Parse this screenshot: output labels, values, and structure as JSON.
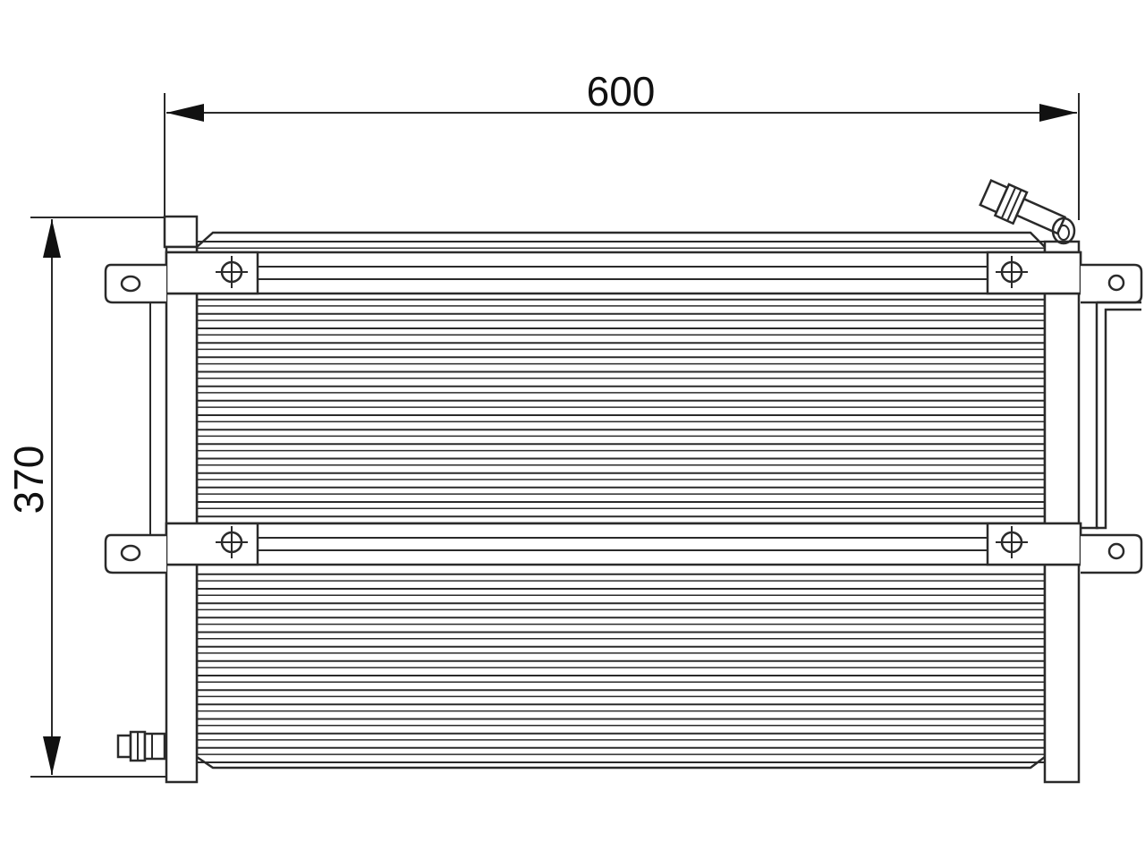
{
  "dimensions": {
    "width_label": "600",
    "height_label": "370"
  },
  "drawing": {
    "subject": "radiator-condenser",
    "fin_tube_count": 36,
    "mounting_brackets": 2,
    "colors": {
      "line": "#2a2a2a",
      "background": "#ffffff"
    }
  }
}
